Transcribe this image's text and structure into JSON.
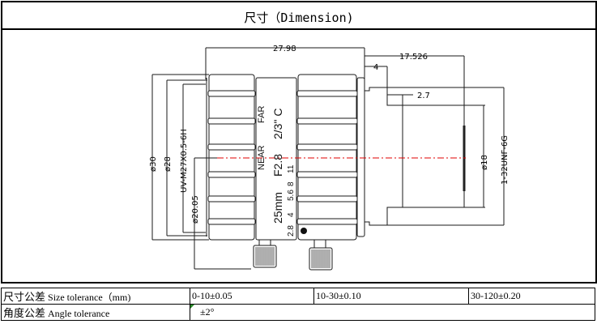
{
  "header": {
    "title": "尺寸（Dimension)"
  },
  "drawing": {
    "dimensions": {
      "overall_length": "27.98",
      "flange_length": "17.526",
      "mount_step": "4",
      "thread_depth": "2.7",
      "outer_diameter": "ø30",
      "ring_diameter": "ø28",
      "front_thread": "UV-M27X0.5-6H",
      "front_inner": "ø20.05",
      "rear_inner": "ø18",
      "mount_thread": "1-32UNF-6G"
    },
    "lens_markings": {
      "far": "FAR",
      "near": "NEAR",
      "format": "2/3\" C",
      "aperture": "F2.8",
      "focal": "25mm",
      "f_stops": [
        "2.8",
        "4",
        "5.6",
        "8",
        "11"
      ]
    },
    "colors": {
      "centerline": "#e00000",
      "line": "#1a1a1a"
    }
  },
  "tolerance_table": {
    "rows": [
      {
        "label_zh": "尺寸公差",
        "label_en": "Size tolerance（mm)",
        "values": [
          "0-10±0.05",
          "10-30±0.10",
          "30-120±0.20"
        ]
      },
      {
        "label_zh": "角度公差",
        "label_en": "Angle tolerance",
        "values": [
          "±2°"
        ]
      }
    ]
  }
}
